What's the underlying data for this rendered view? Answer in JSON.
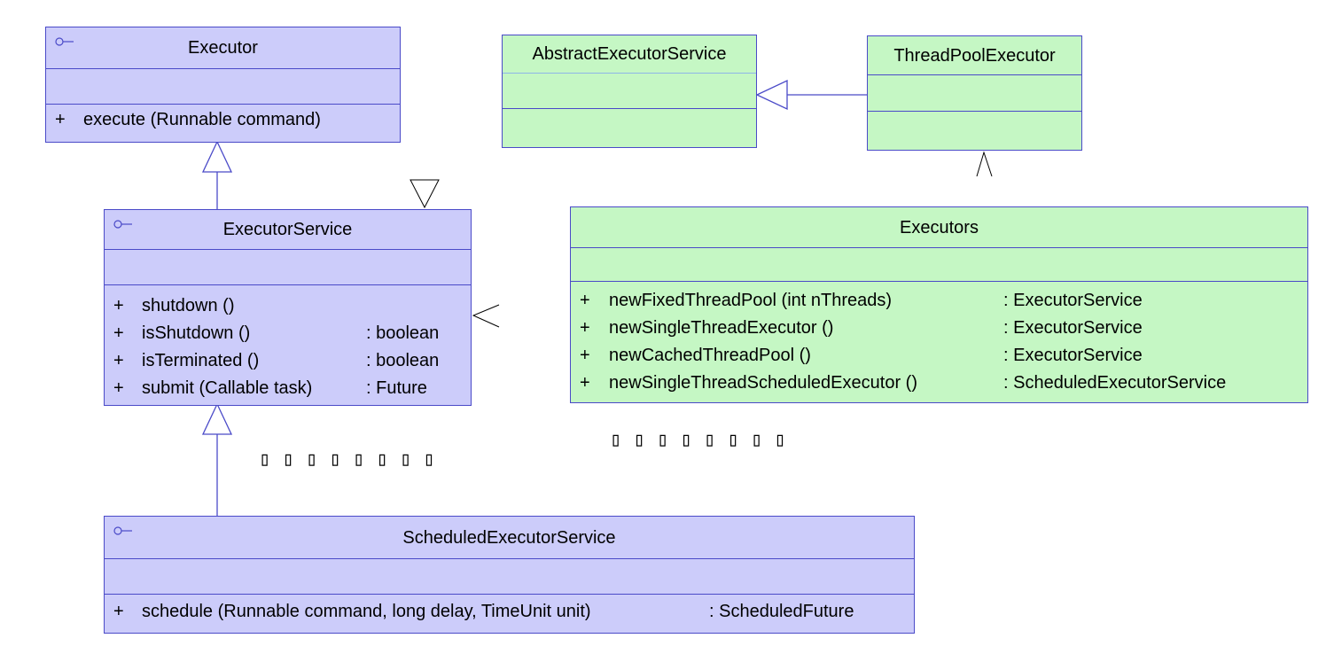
{
  "executor": {
    "name": "Executor",
    "ops": [
      {
        "vis": "+",
        "name": "execute (Runnable command)",
        "ret": ""
      }
    ]
  },
  "executor_service": {
    "name": "ExecutorService",
    "ops": [
      {
        "vis": "+",
        "name": "shutdown ()",
        "ret": ""
      },
      {
        "vis": "+",
        "name": "isShutdown ()",
        "ret": ": boolean"
      },
      {
        "vis": "+",
        "name": "isTerminated ()",
        "ret": ": boolean"
      },
      {
        "vis": "+",
        "name": "submit (Callable task)",
        "ret": ": Future"
      }
    ]
  },
  "scheduled_executor_service": {
    "name": "ScheduledExecutorService",
    "ops": [
      {
        "vis": "+",
        "name": "schedule (Runnable command, long delay, TimeUnit unit)",
        "ret": ": ScheduledFuture"
      }
    ]
  },
  "abstract_executor_service": {
    "name": "AbstractExecutorService"
  },
  "thread_pool_executor": {
    "name": "ThreadPoolExecutor"
  },
  "executors": {
    "name": "Executors",
    "ops": [
      {
        "vis": "+",
        "name": "newFixedThreadPool (int nThreads)",
        "ret": ": ExecutorService"
      },
      {
        "vis": "+",
        "name": "newSingleThreadExecutor ()",
        "ret": ": ExecutorService"
      },
      {
        "vis": "+",
        "name": "newCachedThreadPool ()",
        "ret": ": ExecutorService"
      },
      {
        "vis": "+",
        "name": "newSingleThreadScheduledExecutor ()",
        "ret": ": ScheduledExecutorService"
      }
    ]
  },
  "annotations": {
    "left": "▯ ▯ ▯ ▯ ▯ ▯ ▯ ▯",
    "right": "▯ ▯ ▯ ▯ ▯ ▯ ▯ ▯"
  },
  "colors": {
    "interface_fill": "#ccccfa",
    "class_fill": "#c5f7c4",
    "border": "#4a4ac8"
  }
}
